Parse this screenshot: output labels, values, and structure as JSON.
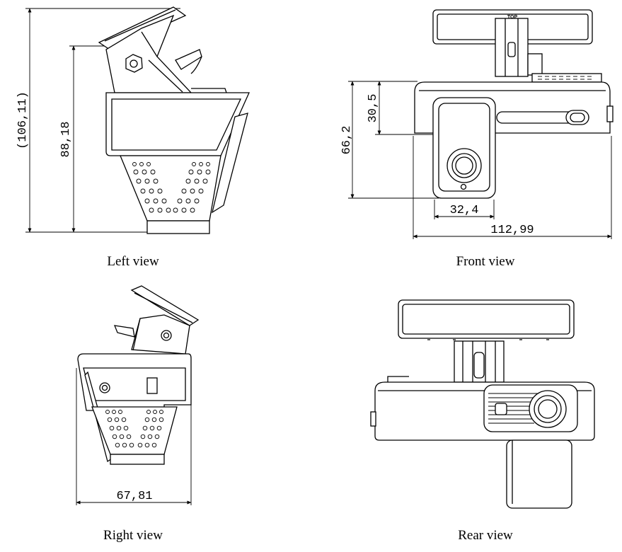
{
  "views": {
    "left": {
      "caption": "Left view",
      "dimensions": {
        "overall_height": "(106,11)",
        "body_height": "88,18"
      }
    },
    "front": {
      "caption": "Front view",
      "dimensions": {
        "height": "66,2",
        "upper_height": "30,5",
        "lens_module_width": "32,4",
        "total_width": "112,99"
      },
      "marking": "TOP"
    },
    "right": {
      "caption": "Right view",
      "dimensions": {
        "depth": "67,81"
      }
    },
    "rear": {
      "caption": "Rear view"
    }
  }
}
